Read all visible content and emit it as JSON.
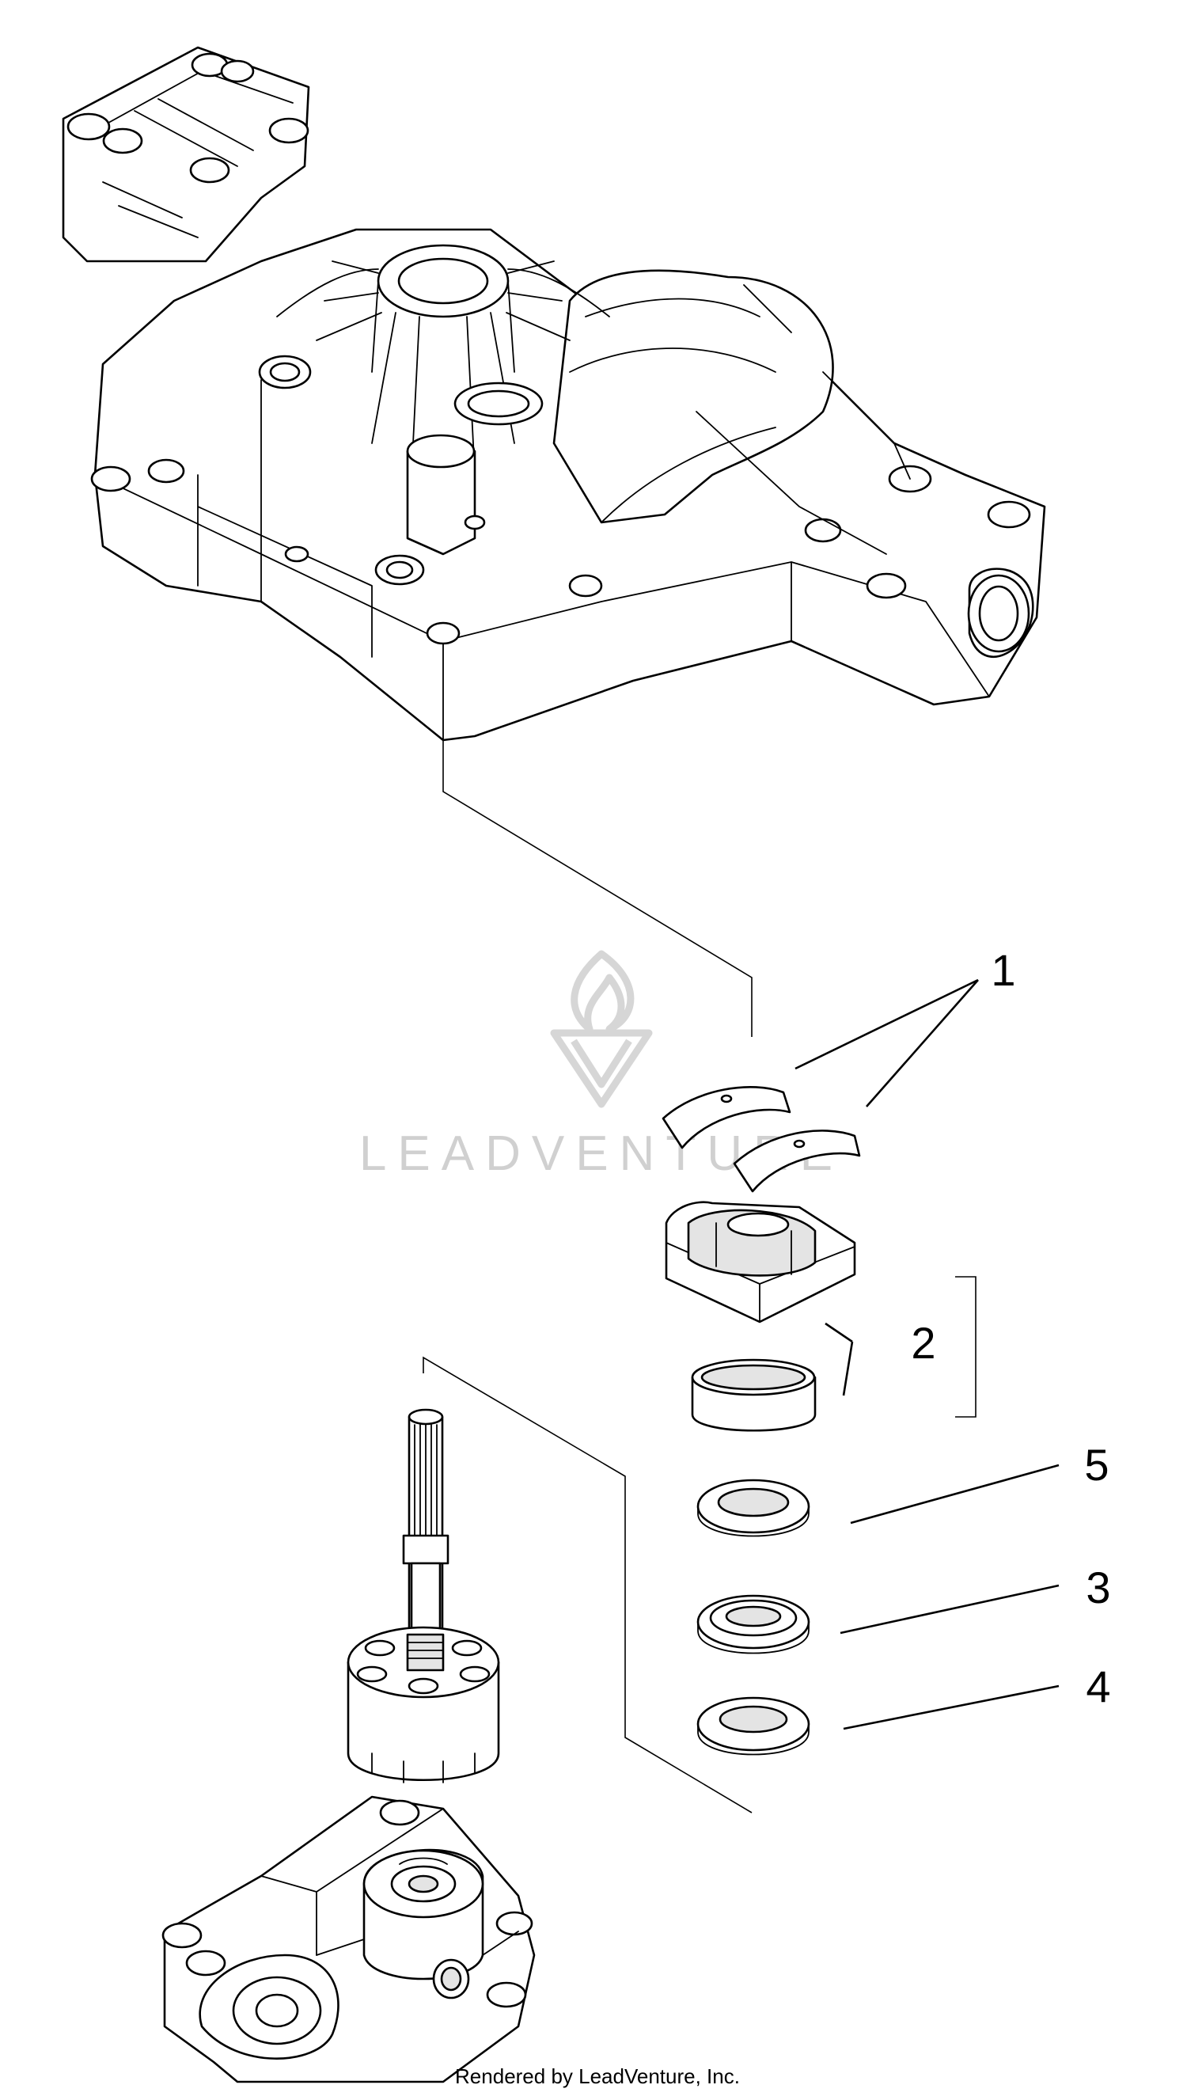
{
  "callouts": [
    {
      "id": "1",
      "label": "1"
    },
    {
      "id": "2",
      "label": "2"
    },
    {
      "id": "5",
      "label": "5"
    },
    {
      "id": "3",
      "label": "3"
    },
    {
      "id": "4",
      "label": "4"
    }
  ],
  "watermark": {
    "text": "LEADVENTURE"
  },
  "footer": {
    "text": "Rendered by LeadVenture, Inc."
  }
}
